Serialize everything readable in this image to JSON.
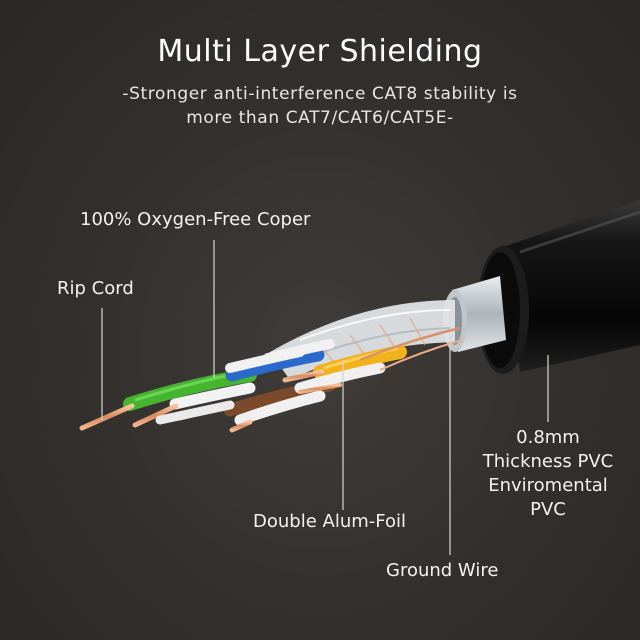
{
  "header": {
    "title": "Multi Layer Shielding",
    "subtitle_line1": "-Stronger anti-interference CAT8 stability is",
    "subtitle_line2": "more than CAT7/CAT6/CAT5E-"
  },
  "callouts": {
    "copper": "100% Oxygen-Free Coper",
    "rip_cord": "Rip Cord",
    "foil": "Double Alum-Foil",
    "ground": "Ground Wire",
    "jacket_line1": "0.8mm",
    "jacket_line2": "Thickness PVC",
    "jacket_line3": "Enviromental",
    "jacket_line4": "PVC"
  },
  "colors": {
    "background": "#322f2d",
    "jacket": "#0d0d0d",
    "foil": "#c8ccd1",
    "green_pair": "#4fc13a",
    "blue_pair": "#2c6fd1",
    "orange_pair": "#f2b21c",
    "brown_pair": "#7a4a2a",
    "copper": "#e2a07a",
    "leader_line": "#d9d6d2"
  }
}
